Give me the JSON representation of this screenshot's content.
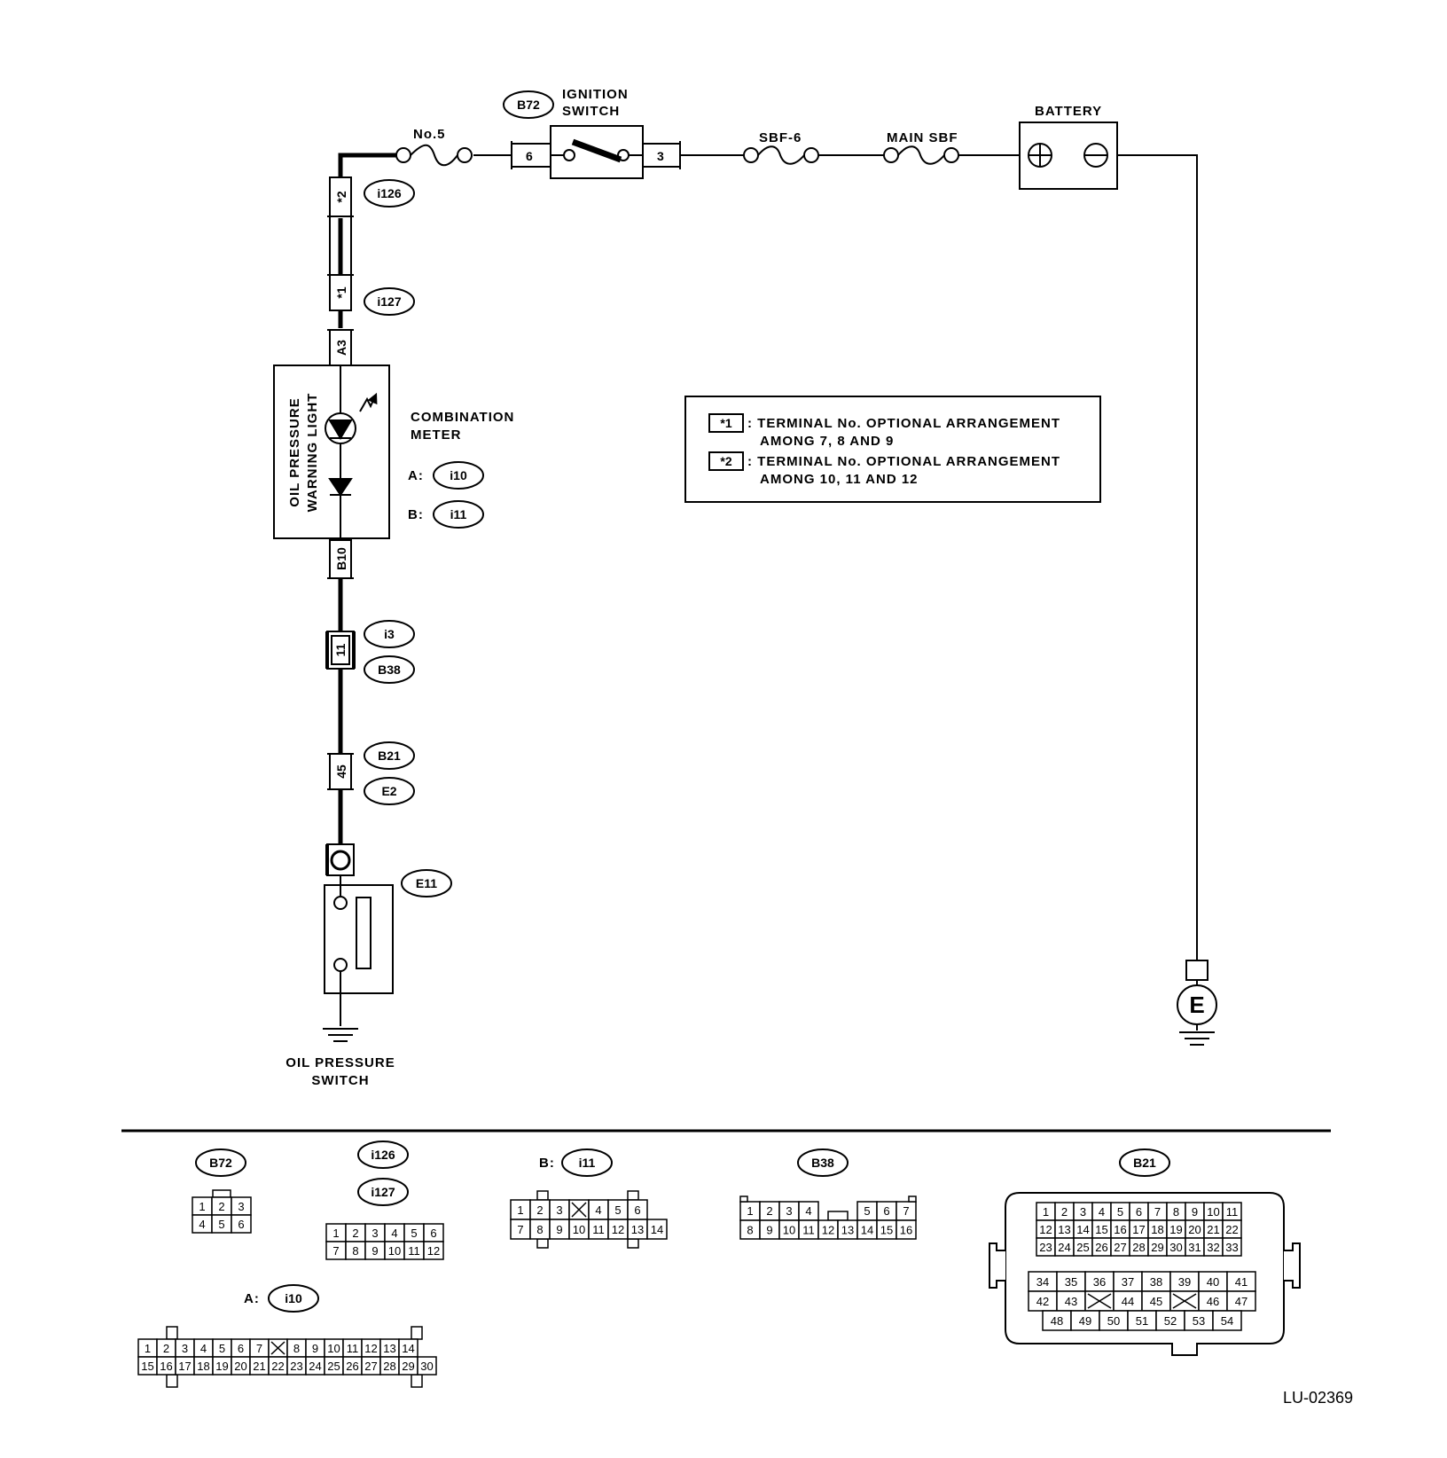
{
  "labels": {
    "no5": "No.5",
    "b72": "B72",
    "ignition_switch_1": "IGNITION",
    "ignition_switch_2": "SWITCH",
    "sbf6": "SBF-6",
    "main_sbf": "MAIN SBF",
    "battery": "BATTERY",
    "i126": "i126",
    "i127": "i127",
    "combination_meter_1": "COMBINATION",
    "combination_meter_2": "METER",
    "a_prefix": "A:",
    "b_prefix": "B:",
    "i10": "i10",
    "i11": "i11",
    "warning_light_1": "OIL PRESSURE",
    "warning_light_2": "WARNING LIGHT",
    "i3": "i3",
    "b38": "B38",
    "b21": "B21",
    "e2": "E2",
    "e11": "E11",
    "oil_switch_1": "OIL PRESSURE",
    "oil_switch_2": "SWITCH",
    "ground_e": "E",
    "diagram_id": "LU-02369"
  },
  "terminals": {
    "t6": "6",
    "t3": "3",
    "star2": "*2",
    "star1": "*1",
    "a3": "A3",
    "b10": "B10",
    "t11": "11",
    "t45": "45"
  },
  "notes": [
    {
      "marker": "*1",
      "line1": ": TERMINAL No. OPTIONAL ARRANGEMENT",
      "line2": "AMONG 7, 8  AND 9"
    },
    {
      "marker": "*2",
      "line1": ": TERMINAL No. OPTIONAL ARRANGEMENT",
      "line2": "AMONG 10, 11  AND 12"
    }
  ],
  "connectors": {
    "b72": {
      "title": "B72",
      "rows": [
        [
          "1",
          "2",
          "3"
        ],
        [
          "4",
          "5",
          "6"
        ]
      ]
    },
    "i126_127": {
      "title1": "i126",
      "title2": "i127",
      "rows": [
        [
          "1",
          "2",
          "3",
          "4",
          "5",
          "6"
        ],
        [
          "7",
          "8",
          "9",
          "10",
          "11",
          "12"
        ]
      ]
    },
    "i11": {
      "prefix": "B:",
      "title": "i11",
      "rows": [
        [
          "1",
          "2",
          "3",
          "",
          "4",
          "5",
          "6"
        ],
        [
          "7",
          "8",
          "9",
          "10",
          "11",
          "12",
          "13",
          "14"
        ]
      ]
    },
    "b38": {
      "title": "B38",
      "rows": [
        [
          "1",
          "2",
          "3",
          "4",
          "",
          "5",
          "6",
          "7"
        ],
        [
          "8",
          "9",
          "10",
          "11",
          "12",
          "13",
          "14",
          "15",
          "16"
        ]
      ]
    },
    "i10": {
      "prefix": "A:",
      "title": "i10",
      "rows": [
        [
          "1",
          "2",
          "3",
          "4",
          "5",
          "6",
          "7",
          "",
          "8",
          "9",
          "10",
          "11",
          "12",
          "13",
          "14"
        ],
        [
          "15",
          "16",
          "17",
          "18",
          "19",
          "20",
          "21",
          "22",
          "23",
          "24",
          "25",
          "26",
          "27",
          "28",
          "29",
          "30"
        ]
      ]
    },
    "b21": {
      "title": "B21",
      "rows": [
        [
          "1",
          "2",
          "3",
          "4",
          "5",
          "6",
          "7",
          "8",
          "9",
          "10",
          "11"
        ],
        [
          "12",
          "13",
          "14",
          "15",
          "16",
          "17",
          "18",
          "19",
          "20",
          "21",
          "22"
        ],
        [
          "23",
          "24",
          "25",
          "26",
          "27",
          "28",
          "29",
          "30",
          "31",
          "32",
          "33"
        ]
      ],
      "rows_b": [
        [
          "34",
          "35",
          "36",
          "37",
          "38",
          "39",
          "40",
          "41"
        ],
        [
          "42",
          "43",
          "",
          "44",
          "45",
          "",
          "46",
          "47"
        ],
        [
          "48",
          "49",
          "50",
          "51",
          "52",
          "53",
          "54"
        ]
      ]
    }
  }
}
